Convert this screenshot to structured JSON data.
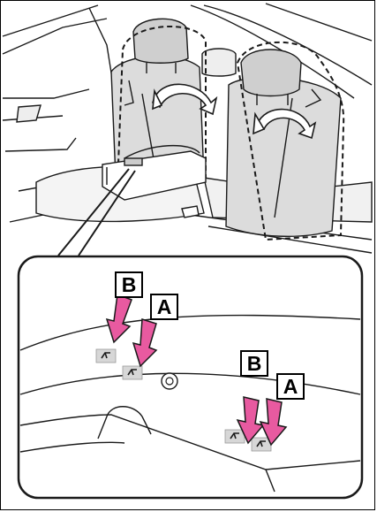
{
  "labels": {
    "b_left": "B",
    "a_left": "A",
    "b_right": "B",
    "a_right": "A"
  },
  "colors": {
    "arrow": "#e85aa0",
    "line": "#1a1a1a",
    "shade": "#d7d7d7"
  },
  "icons": {
    "recline_button": "seat-recline-icon",
    "rotate_arrow": "curved-arrow-icon"
  }
}
